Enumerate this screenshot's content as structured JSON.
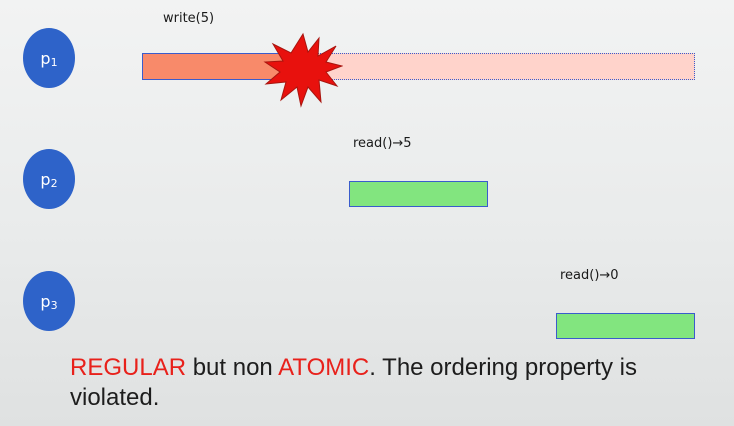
{
  "processes": [
    {
      "base": "p",
      "sub": "1"
    },
    {
      "base": "p",
      "sub": "2"
    },
    {
      "base": "p",
      "sub": "3"
    }
  ],
  "operations": {
    "write_label": "write(5)",
    "read_p2_label": "read()→5",
    "read_p3_label": "read()→0"
  },
  "caption": {
    "part1": "REGULAR",
    "part2": " but non ",
    "part3": "ATOMIC",
    "part4": ".  The ordering property is violated."
  },
  "colors": {
    "process_fill": "#2e63c9",
    "write_fill": "#f88a6a",
    "write_faded_fill": "#ffd3cb",
    "read_fill": "#82e57f",
    "burst_fill": "#e8110d",
    "highlight_text": "#e8211b"
  },
  "icons": {
    "burst": "collision-burst-icon"
  }
}
